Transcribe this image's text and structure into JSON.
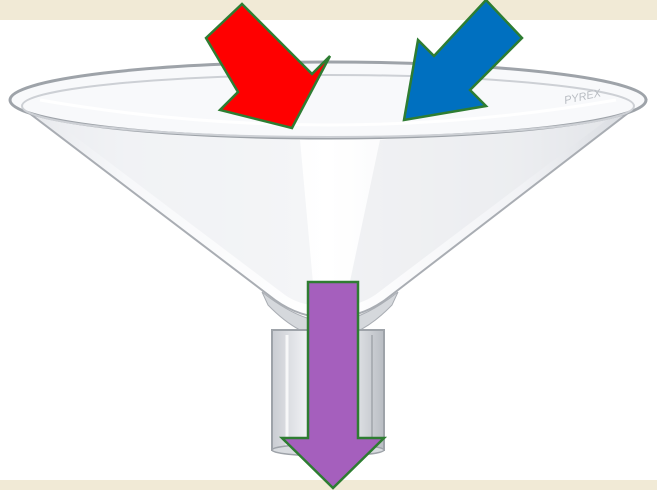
{
  "diagram": {
    "object_icon": "glass-funnel-icon",
    "arrows": [
      {
        "id": "input-left",
        "direction": "down-right",
        "color": "#ff0000"
      },
      {
        "id": "input-right",
        "direction": "down-left",
        "color": "#0070c0"
      },
      {
        "id": "output",
        "direction": "down",
        "color": "#a55fbd"
      }
    ],
    "arrow_outline_color": "#2e7d32",
    "band_color": "#f1ead6",
    "funnel_marking": "PYREX"
  }
}
